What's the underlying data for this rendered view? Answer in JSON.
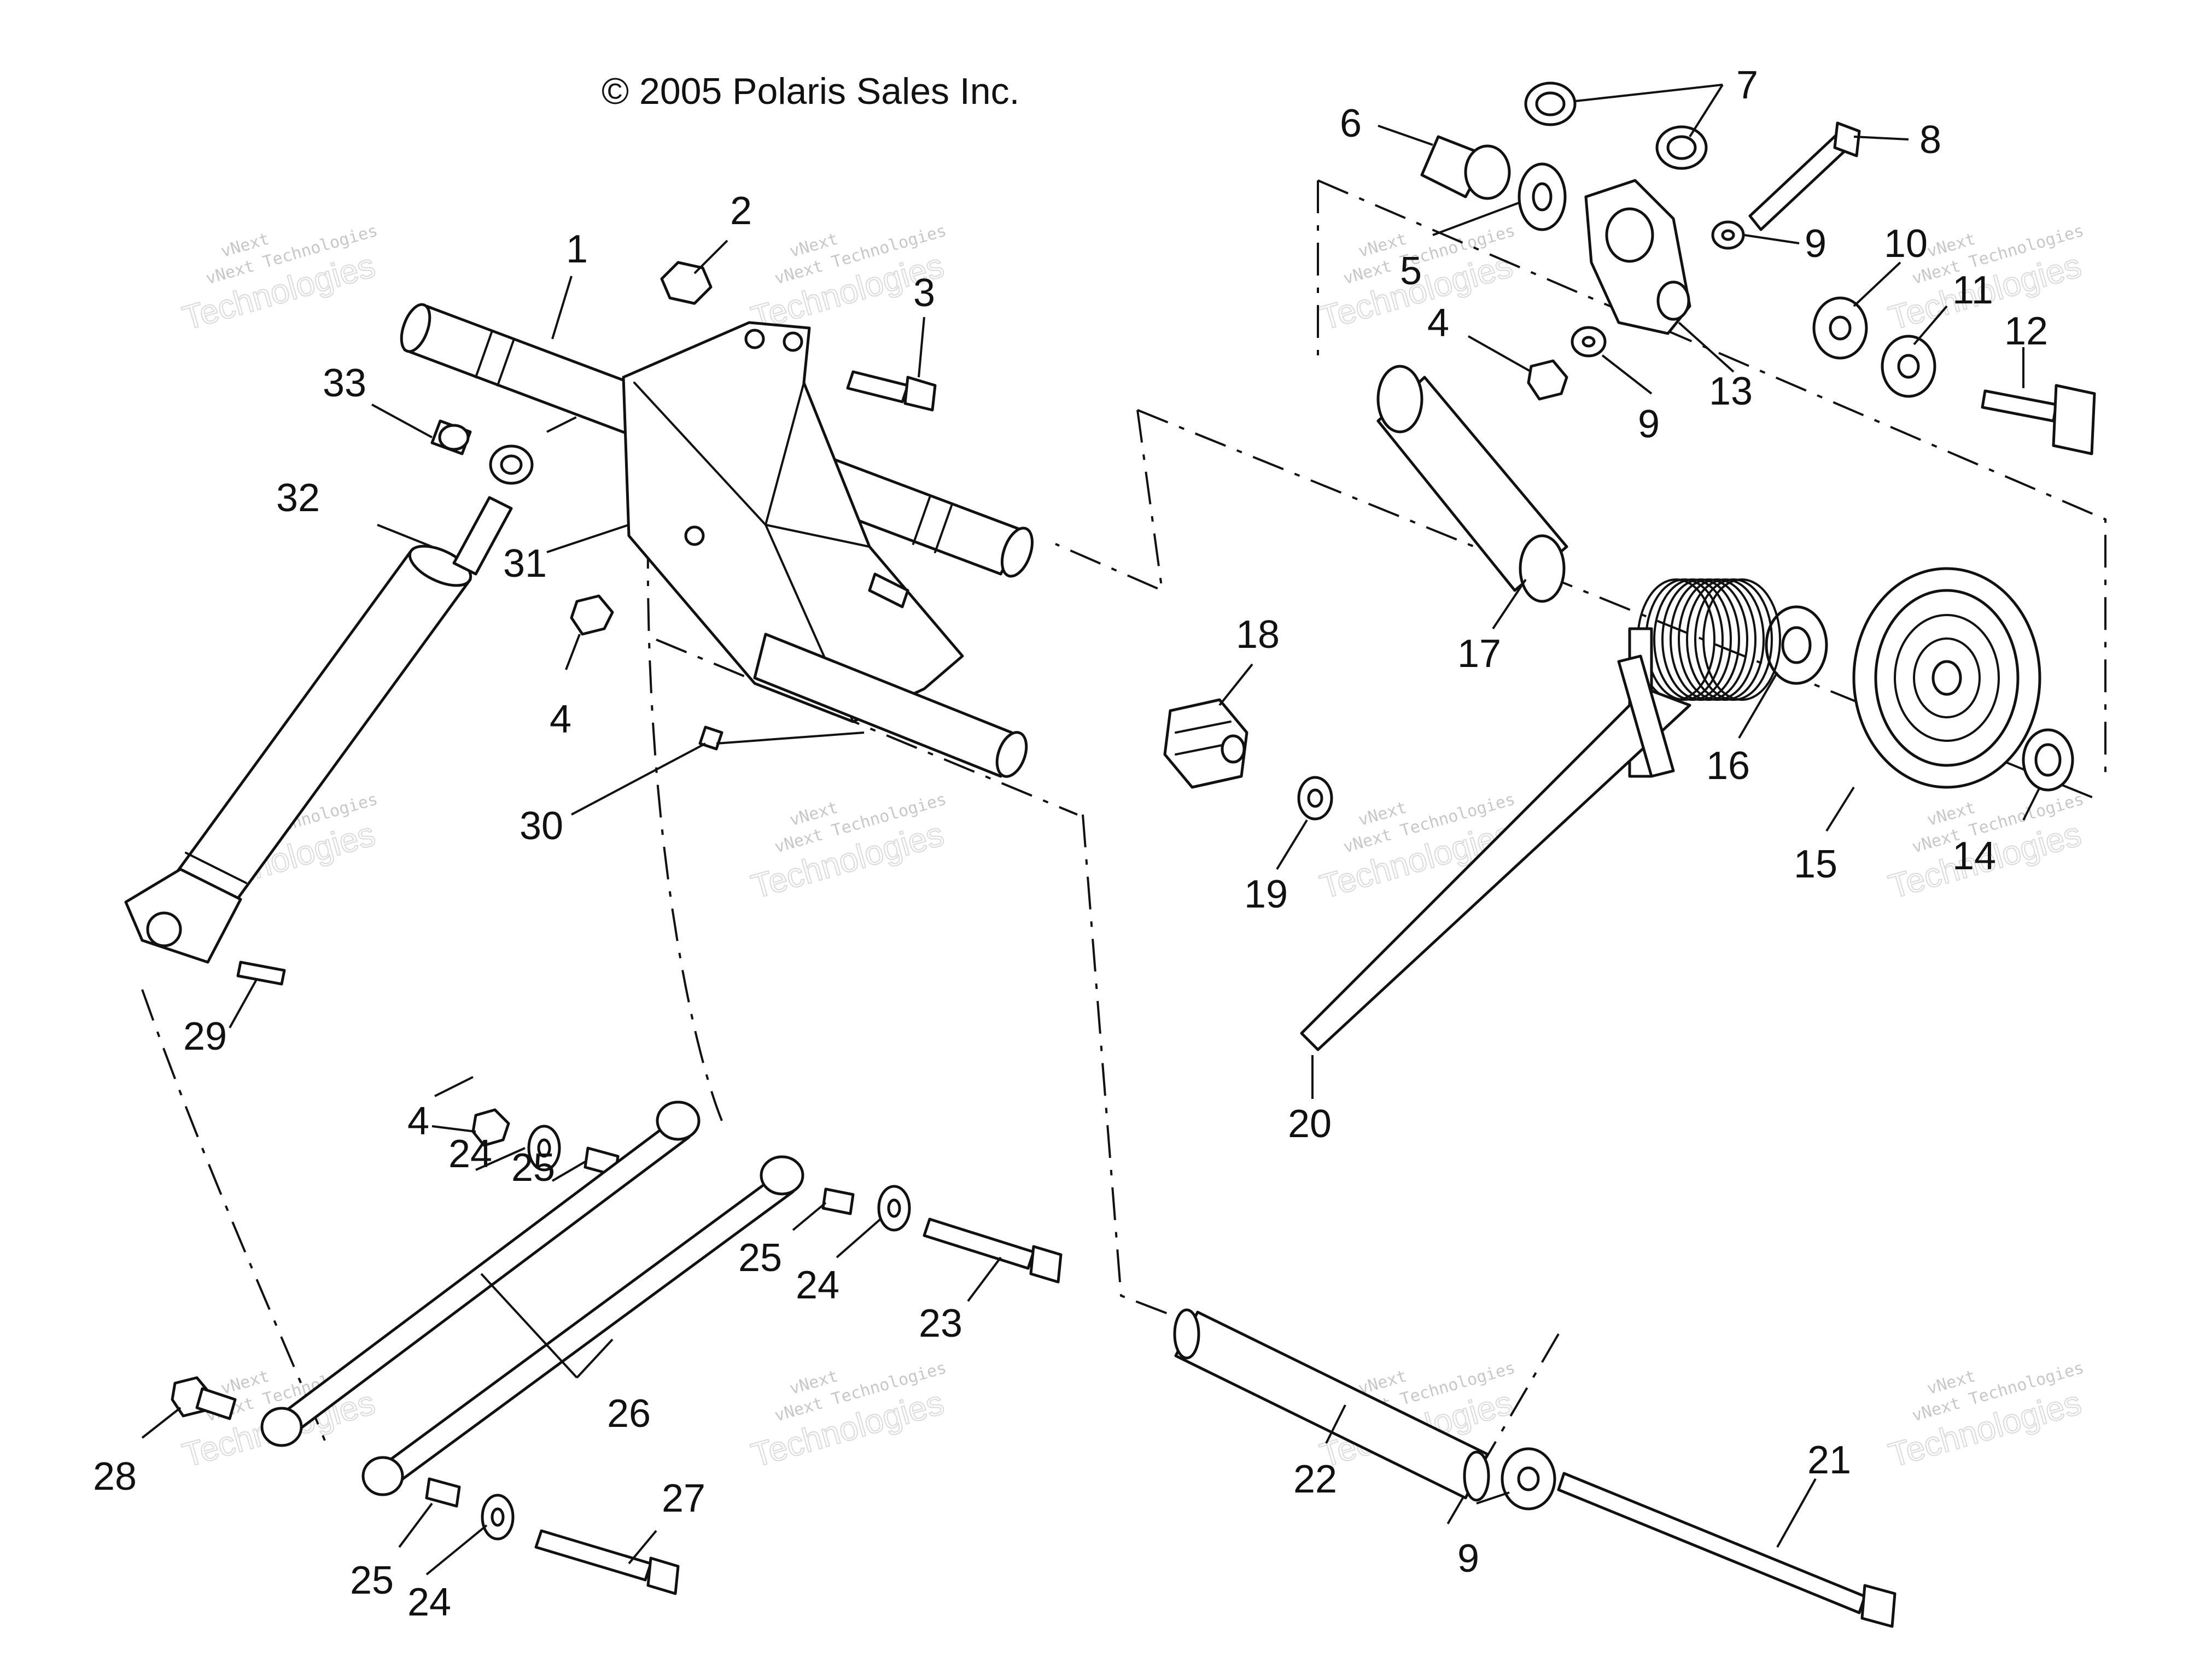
{
  "copyright": "© 2005 Polaris Sales Inc.",
  "watermark": {
    "logo_text": "vNext",
    "small_text": "vNext Technologies",
    "big_text": "Technologies"
  },
  "callouts": [
    {
      "id": "c1",
      "label": "1"
    },
    {
      "id": "c2",
      "label": "2"
    },
    {
      "id": "c3",
      "label": "3"
    },
    {
      "id": "c4a",
      "label": "4"
    },
    {
      "id": "c4b",
      "label": "4"
    },
    {
      "id": "c4c",
      "label": "4"
    },
    {
      "id": "c5",
      "label": "5"
    },
    {
      "id": "c6",
      "label": "6"
    },
    {
      "id": "c7",
      "label": "7"
    },
    {
      "id": "c8",
      "label": "8"
    },
    {
      "id": "c9a",
      "label": "9"
    },
    {
      "id": "c9b",
      "label": "9"
    },
    {
      "id": "c9c",
      "label": "9"
    },
    {
      "id": "c10",
      "label": "10"
    },
    {
      "id": "c11",
      "label": "11"
    },
    {
      "id": "c12",
      "label": "12"
    },
    {
      "id": "c13",
      "label": "13"
    },
    {
      "id": "c14",
      "label": "14"
    },
    {
      "id": "c15",
      "label": "15"
    },
    {
      "id": "c16",
      "label": "16"
    },
    {
      "id": "c17",
      "label": "17"
    },
    {
      "id": "c18",
      "label": "18"
    },
    {
      "id": "c19",
      "label": "19"
    },
    {
      "id": "c20",
      "label": "20"
    },
    {
      "id": "c21",
      "label": "21"
    },
    {
      "id": "c22",
      "label": "22"
    },
    {
      "id": "c23",
      "label": "23"
    },
    {
      "id": "c24a",
      "label": "24"
    },
    {
      "id": "c24b",
      "label": "24"
    },
    {
      "id": "c24c",
      "label": "24"
    },
    {
      "id": "c25a",
      "label": "25"
    },
    {
      "id": "c25b",
      "label": "25"
    },
    {
      "id": "c25c",
      "label": "25"
    },
    {
      "id": "c26",
      "label": "26"
    },
    {
      "id": "c27",
      "label": "27"
    },
    {
      "id": "c28",
      "label": "28"
    },
    {
      "id": "c29",
      "label": "29"
    },
    {
      "id": "c30",
      "label": "30"
    },
    {
      "id": "c31",
      "label": "31"
    },
    {
      "id": "c32",
      "label": "32"
    },
    {
      "id": "c33",
      "label": "33"
    }
  ]
}
